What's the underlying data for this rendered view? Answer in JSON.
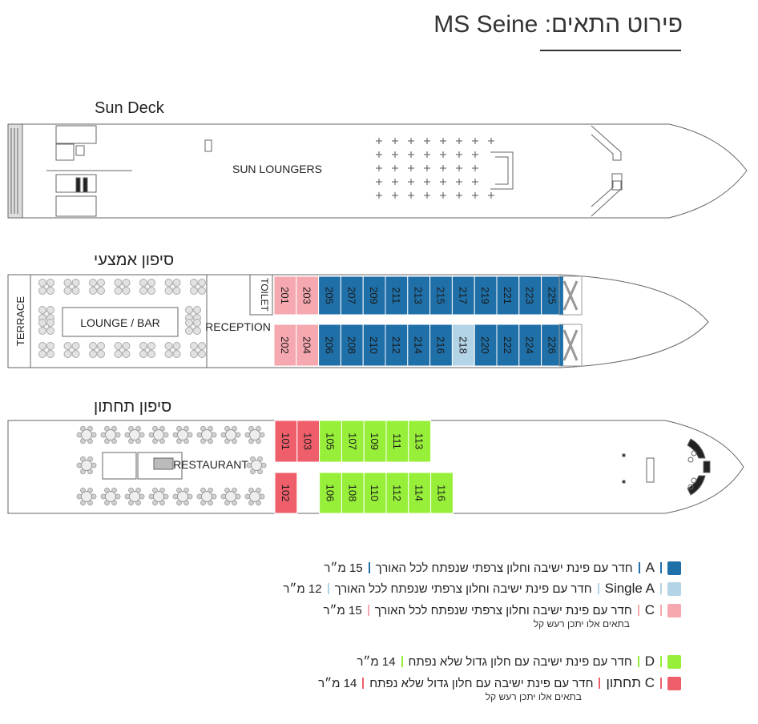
{
  "header": {
    "title": "פירוט התאים: MS Seine"
  },
  "decks": {
    "sun": {
      "label": "Sun Deck",
      "area_label": "SUN LOUNGERS"
    },
    "middle": {
      "label": "סיפון אמצעי",
      "terrace": "TERRACE",
      "lounge": "LOUNGE / BAR",
      "reception": "RECEPTION",
      "toilet": "TOILET",
      "cabins_top": [
        {
          "num": "201",
          "cat": "C"
        },
        {
          "num": "203",
          "cat": "C"
        },
        {
          "num": "205",
          "cat": "A"
        },
        {
          "num": "207",
          "cat": "A"
        },
        {
          "num": "209",
          "cat": "A"
        },
        {
          "num": "211",
          "cat": "A"
        },
        {
          "num": "213",
          "cat": "A"
        },
        {
          "num": "215",
          "cat": "A"
        },
        {
          "num": "217",
          "cat": "A"
        },
        {
          "num": "219",
          "cat": "A"
        },
        {
          "num": "221",
          "cat": "A"
        },
        {
          "num": "223",
          "cat": "A"
        },
        {
          "num": "225",
          "cat": "A"
        }
      ],
      "cabins_bottom": [
        {
          "num": "202",
          "cat": "C"
        },
        {
          "num": "204",
          "cat": "C"
        },
        {
          "num": "206",
          "cat": "A"
        },
        {
          "num": "208",
          "cat": "A"
        },
        {
          "num": "210",
          "cat": "A"
        },
        {
          "num": "212",
          "cat": "A"
        },
        {
          "num": "214",
          "cat": "A"
        },
        {
          "num": "216",
          "cat": "A"
        },
        {
          "num": "218",
          "cat": "SA"
        },
        {
          "num": "220",
          "cat": "A"
        },
        {
          "num": "222",
          "cat": "A"
        },
        {
          "num": "224",
          "cat": "A"
        },
        {
          "num": "226",
          "cat": "A"
        }
      ]
    },
    "lower": {
      "label": "סיפון תחתון",
      "restaurant": "RESTAURANT",
      "cabins_top": [
        {
          "num": "101",
          "cat": "CL"
        },
        {
          "num": "103",
          "cat": "CL"
        },
        {
          "num": "105",
          "cat": "D"
        },
        {
          "num": "107",
          "cat": "D"
        },
        {
          "num": "109",
          "cat": "D"
        },
        {
          "num": "111",
          "cat": "D"
        },
        {
          "num": "113",
          "cat": "D"
        }
      ],
      "cabins_bottom": [
        {
          "num": "102",
          "cat": "CL"
        },
        {
          "num": "106",
          "cat": "D"
        },
        {
          "num": "108",
          "cat": "D"
        },
        {
          "num": "110",
          "cat": "D"
        },
        {
          "num": "112",
          "cat": "D"
        },
        {
          "num": "114",
          "cat": "D"
        },
        {
          "num": "116",
          "cat": "D"
        }
      ]
    }
  },
  "colors": {
    "A": "#1f6fa8",
    "SA": "#b3d3e6",
    "C": "#f5a8b0",
    "D": "#97ef3a",
    "CL": "#ef5f6b"
  },
  "legend": [
    {
      "key": "A",
      "cat": "A",
      "desc": "חדר עם פינת ישיבה וחלון צרפתי שנפתח לכל האורך",
      "area": "15 מ״ר",
      "note": ""
    },
    {
      "key": "SA",
      "cat": "Single A",
      "desc": "חדר עם פינת ישיבה וחלון צרפתי שנפתח לכל האורך",
      "area": "12 מ״ר",
      "note": ""
    },
    {
      "key": "C",
      "cat": "C",
      "desc": "חדר עם פינת ישיבה וחלון צרפתי שנפתח לכל האורך",
      "area": "15 מ״ר",
      "note": "בתאים אלו יתכן רעש קל"
    },
    {
      "key": "D",
      "cat": "D",
      "desc": "חדר עם פינת ישיבה עם חלון גדול שלא נפתח",
      "area": "14 מ״ר",
      "note": ""
    },
    {
      "key": "CL",
      "cat": "C תחתון",
      "desc": "חדר עם פינת ישיבה עם חלון גדול שלא נפתח",
      "area": "14 מ״ר",
      "note": "בתאים אלו יתכן רעש קל"
    }
  ]
}
